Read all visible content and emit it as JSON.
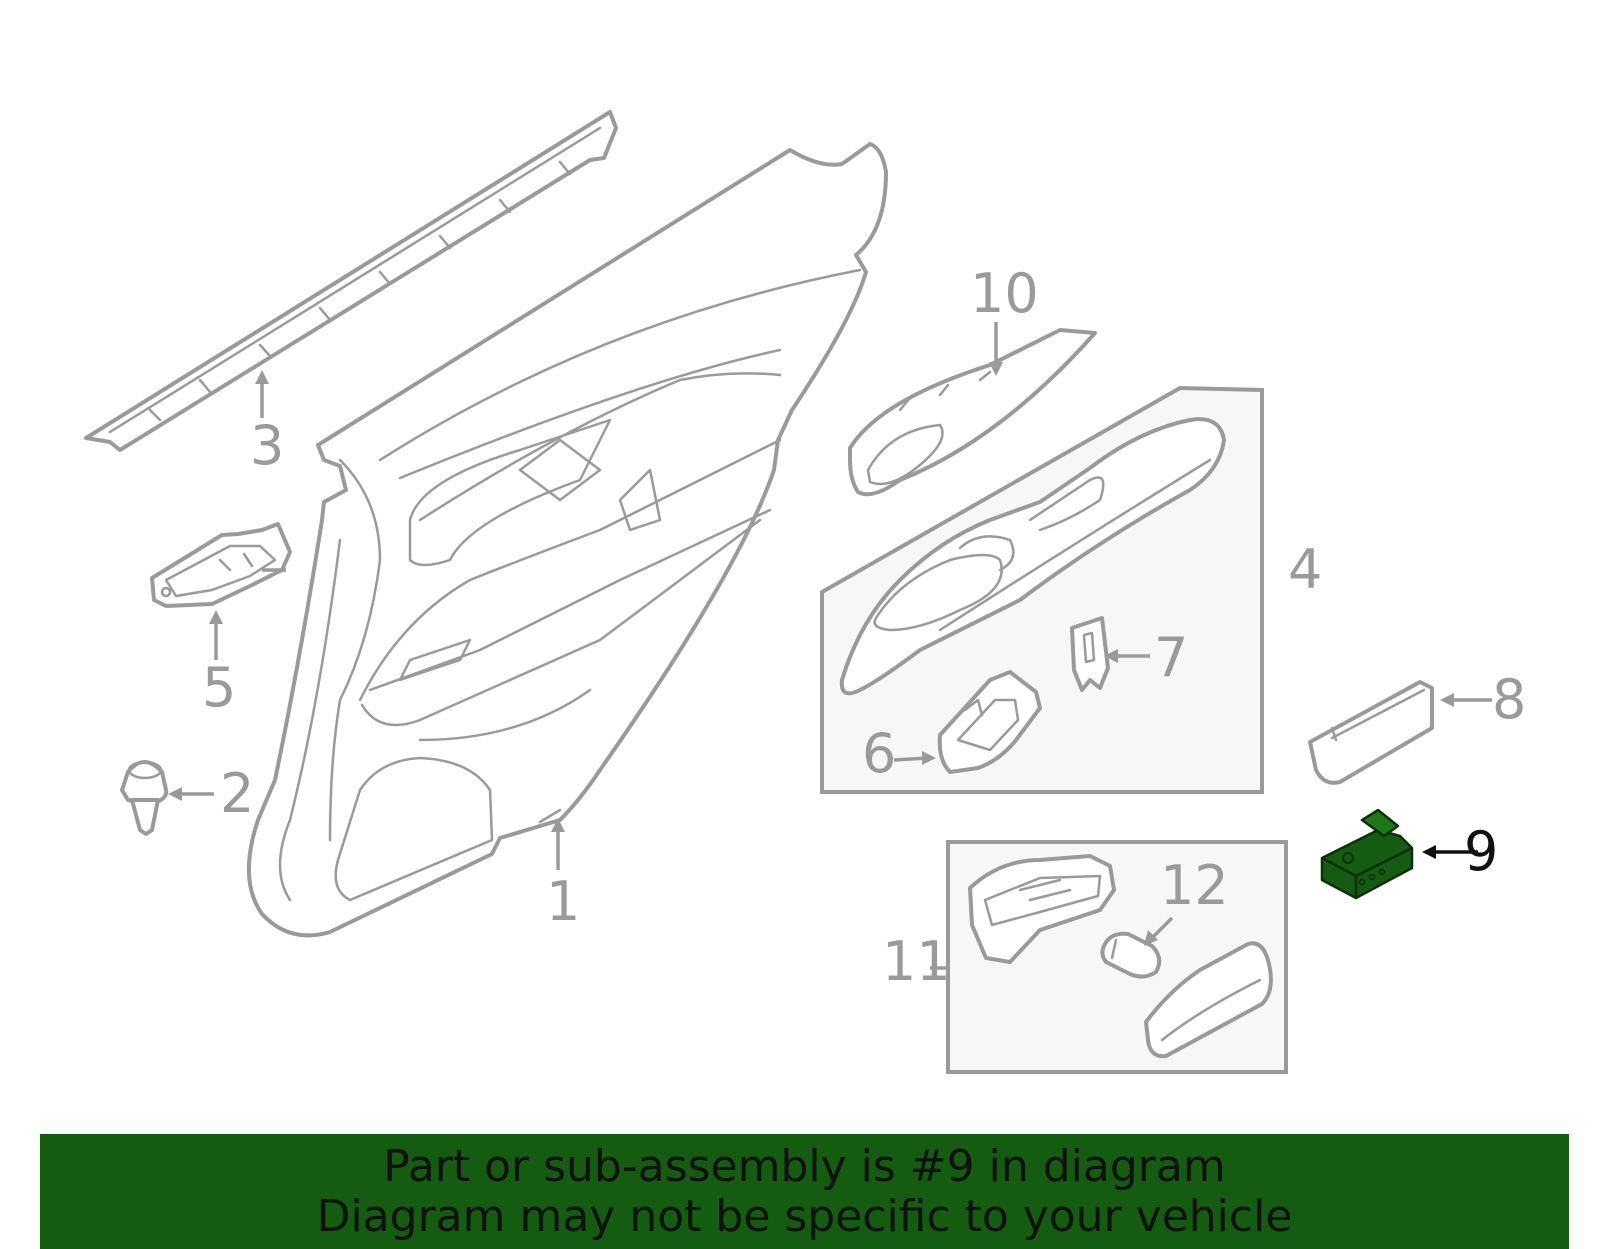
{
  "callouts": [
    "1",
    "2",
    "3",
    "4",
    "5",
    "6",
    "7",
    "8",
    "9",
    "10",
    "11",
    "12"
  ],
  "highlighted_part": "9",
  "highlight_color": "#145c0f",
  "banner": {
    "line1": "Part or sub-assembly is #9 in diagram",
    "line2": "Diagram may not be specific to your vehicle"
  }
}
